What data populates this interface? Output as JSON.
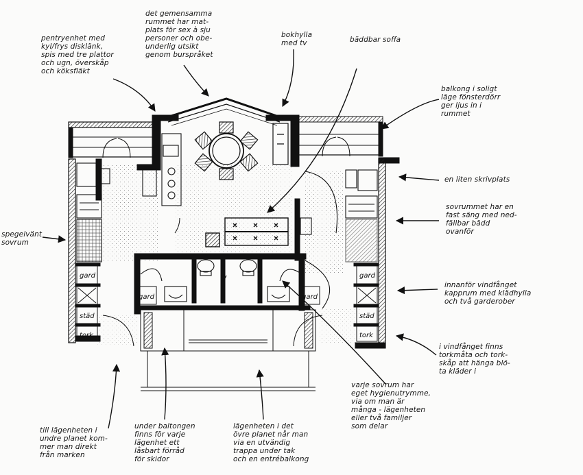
{
  "annotations": {
    "kitchen": "pentryenhet med\nkyl/frys disklänk,\nspis med tre plattor\noch ugn, överskåp\noch köksfläkt",
    "common_room": "det gemensamma\nrummet har mat-\nplats för sex à sju\npersoner och obe-\nunderlig utsikt\ngenom burspråket",
    "book_shelf": "bokhylla\nmed tv",
    "sofa": "bäddbar soffa",
    "balcony": "balkong i soligt\nläge   fönsterdörr\nger ljus in i\nrummet",
    "desk": "en liten skrivplats",
    "bedroom_bed": "sovrummet har en\nfast säng med ned-\nfällbar bädd\novanför",
    "mirror_bedroom": "spegelvänt\nsovrum",
    "entrance": "innanför vindfånget\nkapprum med klädhylla\noch två garderober",
    "drying": "i vindfånget finns\ntorkmåta och tork-\nskåp att hänga blö-\nta kläder i",
    "hygiene": "varje sovrum har\neget hygienutrymme,\nvia om man är\nmånga - lägenheten\neller två familjer\nsom delar",
    "lower_floor": "till lägenheten i\nundre planet kom-\nmer man direkt\nfrån marken",
    "storage": "under baltongen\nfinns för varje\nlägenhet ett\nlåsbart förråd\nför skidor",
    "upper_floor": "lägenheten i det\növre planet når man\nvia en utvändig\ntrappa under tak\noch en entrébalkong"
  },
  "room_labels": {
    "gard_left_1": "gard",
    "gard_left_2": "gard",
    "stad": "städ",
    "tork_left": "tork",
    "gard_right_1": "gard",
    "gard_right_2": "gard",
    "stad_right": "städ",
    "tork_right": "tork"
  }
}
